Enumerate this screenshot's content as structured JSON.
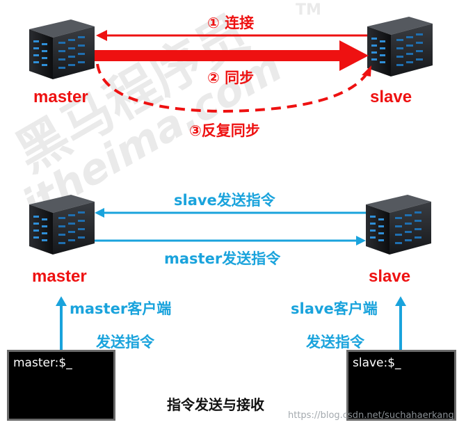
{
  "background_watermark": {
    "brand": "黑马程序员",
    "tm": "TM",
    "url": "itheima.com"
  },
  "top_section": {
    "master_label": "master",
    "slave_label": "slave",
    "step1": "① 连接",
    "step2": "② 同步",
    "step3": "③反复同步",
    "color": "#ee1111"
  },
  "bottom_section": {
    "master_label": "master",
    "slave_label": "slave",
    "slave_to_master": "slave发送指令",
    "master_to_slave": "master发送指令",
    "master_client_line1": "master客户端",
    "master_client_line2": "发送指令",
    "slave_client_line1": "slave客户端",
    "slave_client_line2": "发送指令",
    "master_terminal": "master:$_",
    "slave_terminal": "slave:$_",
    "caption": "指令发送与接收",
    "color": "#1aa3dc"
  },
  "image_watermark": "https://blog.csdn.net/suchahaerkang"
}
